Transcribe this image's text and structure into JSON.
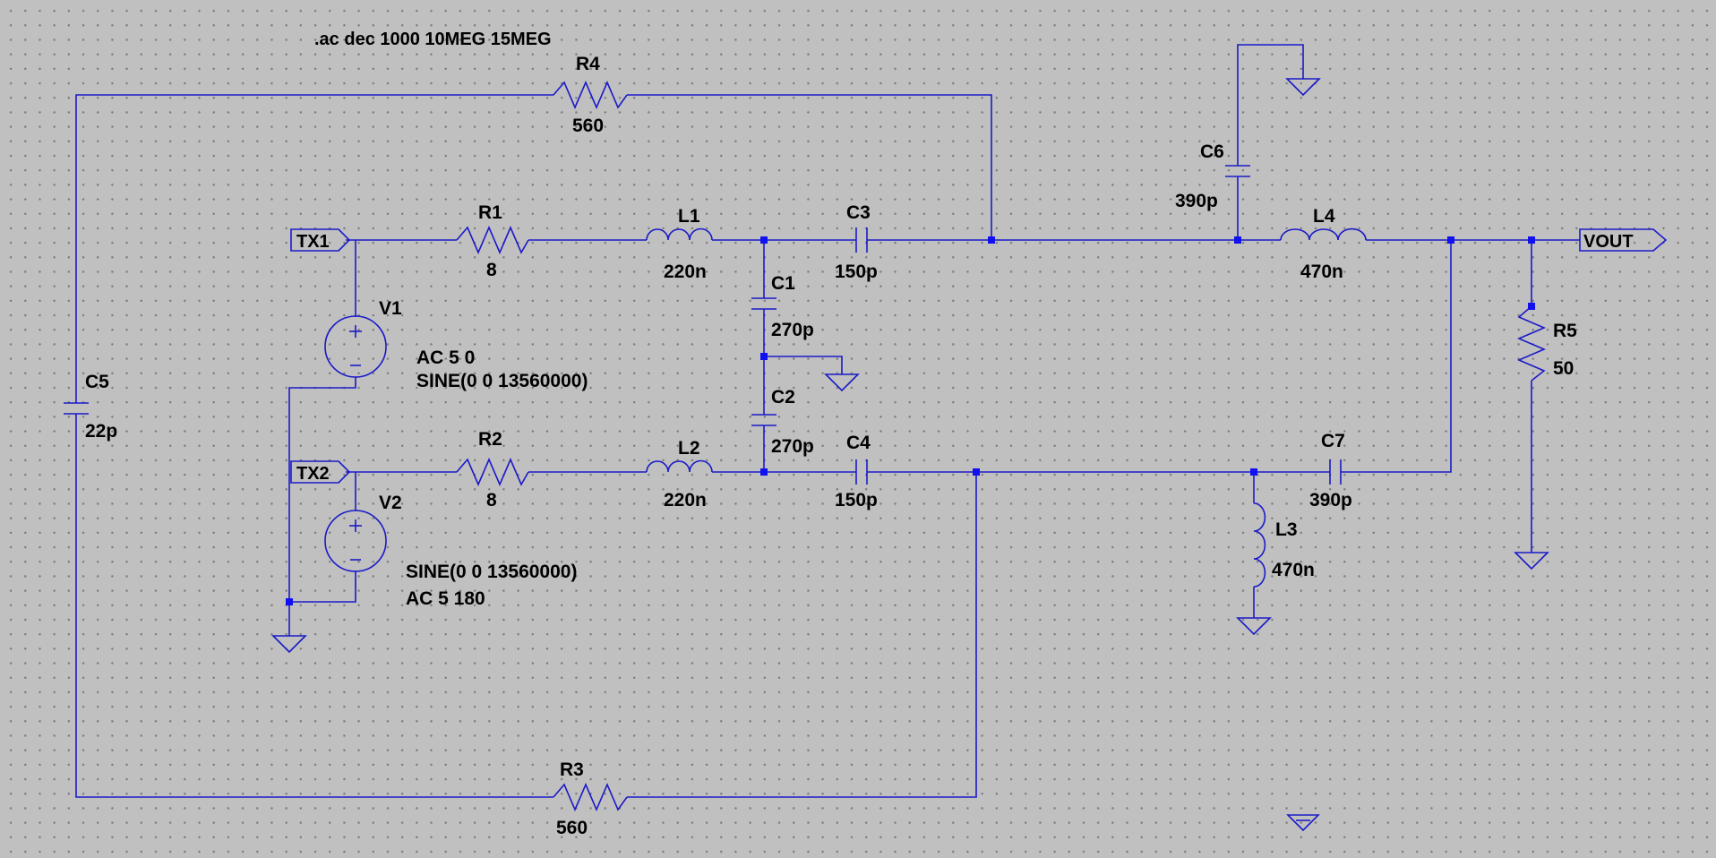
{
  "directive": ".ac dec 1000 10MEG 15MEG",
  "components": {
    "R1": {
      "name": "R1",
      "value": "8"
    },
    "R2": {
      "name": "R2",
      "value": "8"
    },
    "R3": {
      "name": "R3",
      "value": "560"
    },
    "R4": {
      "name": "R4",
      "value": "560"
    },
    "R5": {
      "name": "R5",
      "value": "50"
    },
    "L1": {
      "name": "L1",
      "value": "220n"
    },
    "L2": {
      "name": "L2",
      "value": "220n"
    },
    "L3": {
      "name": "L3",
      "value": "470n"
    },
    "L4": {
      "name": "L4",
      "value": "470n"
    },
    "C1": {
      "name": "C1",
      "value": "270p"
    },
    "C2": {
      "name": "C2",
      "value": "270p"
    },
    "C3": {
      "name": "C3",
      "value": "150p"
    },
    "C4": {
      "name": "C4",
      "value": "150p"
    },
    "C5": {
      "name": "C5",
      "value": "22p"
    },
    "C6": {
      "name": "C6",
      "value": "390p"
    },
    "C7": {
      "name": "C7",
      "value": "390p"
    },
    "V1": {
      "name": "V1",
      "line1": "AC 5 0",
      "line2": "SINE(0 0 13560000)"
    },
    "V2": {
      "name": "V2",
      "line1": "SINE(0 0 13560000)",
      "line2": "AC 5 180"
    }
  },
  "ports": {
    "tx1": "TX1",
    "tx2": "TX2",
    "vout": "VOUT"
  },
  "wire_color": "#1a1ac8",
  "background_color": "#c0c0c0"
}
